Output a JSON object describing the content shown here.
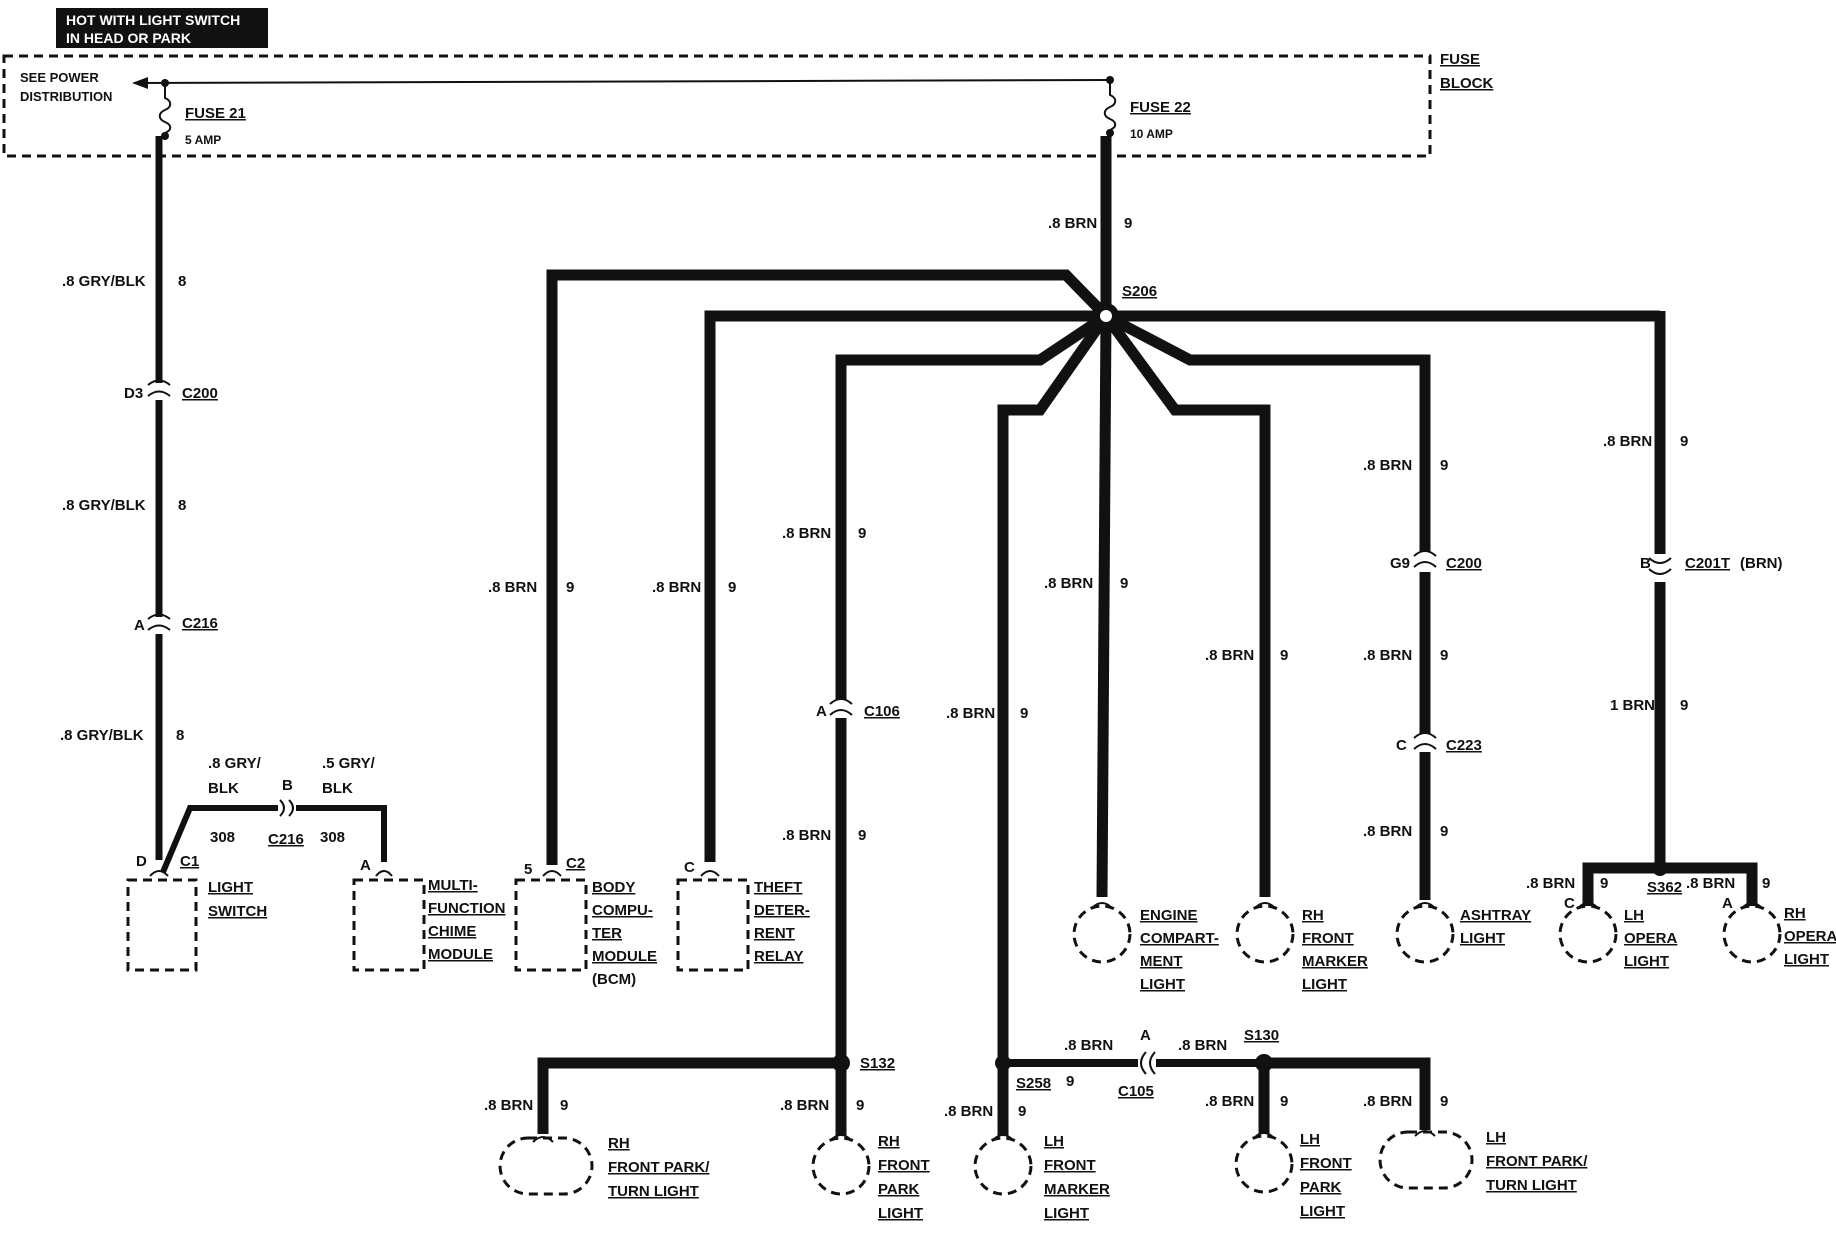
{
  "header": {
    "hot_line1": "HOT WITH LIGHT SWITCH",
    "hot_line2": "IN HEAD OR PARK",
    "fuse_block_line1": "FUSE",
    "fuse_block_line2": "BLOCK",
    "see_power_line1": "SEE POWER",
    "see_power_line2": "DISTRIBUTION",
    "fuse21_name": "FUSE 21",
    "fuse21_rating": "5 AMP",
    "fuse22_name": "FUSE 22",
    "fuse22_rating": "10 AMP"
  },
  "left_circuit": {
    "wire_a": ".8 GRY/BLK",
    "wire_b": ".8 GRY/BLK",
    "wire_c": ".8 GRY/BLK",
    "circuit_8a": "8",
    "circuit_8b": "8",
    "circuit_8c": "8",
    "c200_pin": "D3",
    "c200": "C200",
    "c216_pin": "A",
    "c216": "C216",
    "jumper_wire1_line1": ".8 GRY/",
    "jumper_wire1_line2": "BLK",
    "jumper_pin": "B",
    "jumper_wire2_line1": ".5 GRY/",
    "jumper_wire2_line2": "BLK",
    "jumper_308a": "308",
    "jumper_c216": "C216",
    "jumper_308b": "308"
  },
  "main_feed": {
    "wire": ".8 BRN",
    "circuit": "9",
    "splice": "S206"
  },
  "branches": {
    "bcm_wire": ".8 BRN",
    "bcm_circ": "9",
    "theft_wire": ".8 BRN",
    "theft_circ": "9",
    "c106_branch_wire1": ".8 BRN",
    "c106_branch_circ1": "9",
    "c106_pin": "A",
    "c106": "C106",
    "c106_branch_wire2": ".8 BRN",
    "c106_branch_circ2": "9",
    "lh_front_wire": ".8 BRN",
    "lh_front_circ": "9",
    "engine_wire": ".8 BRN",
    "engine_circ": "9",
    "rh_marker_wire": ".8 BRN",
    "rh_marker_circ": "9",
    "ashtray_wire1": ".8 BRN",
    "ashtray_circ1": "9",
    "ashtray_c200_pin": "G9",
    "ashtray_c200": "C200",
    "ashtray_wire2": ".8 BRN",
    "ashtray_circ2": "9",
    "ashtray_c223_pin": "C",
    "ashtray_c223": "C223",
    "ashtray_wire3": ".8 BRN",
    "ashtray_circ3": "9",
    "opera_wire1": ".8 BRN",
    "opera_circ1": "9",
    "opera_c201_pin": "B",
    "opera_c201": "C201T",
    "opera_c201_color": "(BRN)",
    "opera_wire2": "1 BRN",
    "opera_circ2": "9",
    "s362": "S362",
    "lh_opera_wire": ".8 BRN",
    "lh_opera_circ": "9",
    "lh_opera_pin": "C",
    "rh_opera_wire": ".8 BRN",
    "rh_opera_circ": "9",
    "rh_opera_pin": "A"
  },
  "components": {
    "light_switch_pin1": "D",
    "light_switch_pin2": "C1",
    "light_switch_line1": "LIGHT",
    "light_switch_line2": "SWITCH",
    "chime_pin": "A",
    "chime_line1": "MULTI-",
    "chime_line2": "FUNCTION",
    "chime_line3": "CHIME",
    "chime_line4": "MODULE",
    "bcm_pin1": "5",
    "bcm_pin2": "C2",
    "bcm_line1": "BODY",
    "bcm_line2": "COMPU-",
    "bcm_line3": "TER",
    "bcm_line4": "MODULE",
    "bcm_line5": "(BCM)",
    "theft_pin": "C",
    "theft_line1": "THEFT",
    "theft_line2": "DETER-",
    "theft_line3": "RENT",
    "theft_line4": "RELAY",
    "engine_line1": "ENGINE",
    "engine_line2": "COMPART-",
    "engine_line3": "MENT",
    "engine_line4": "LIGHT",
    "rh_marker_line1": "RH",
    "rh_marker_line2": "FRONT",
    "rh_marker_line3": "MARKER",
    "rh_marker_line4": "LIGHT",
    "ashtray_line1": "ASHTRAY",
    "ashtray_line2": "LIGHT",
    "lh_opera_line1": "LH",
    "lh_opera_line2": "OPERA",
    "lh_opera_line3": "LIGHT",
    "rh_opera_line1": "RH",
    "rh_opera_line2": "OPERA",
    "rh_opera_line3": "LIGHT"
  },
  "bottom": {
    "s132": "S132",
    "rh_park_turn_wire": ".8 BRN",
    "rh_park_turn_circ": "9",
    "rh_park_turn_line1": "RH",
    "rh_park_turn_line2": "FRONT PARK/",
    "rh_park_turn_line3": "TURN LIGHT",
    "rh_park_wire": ".8 BRN",
    "rh_park_circ": "9",
    "rh_park_line1": "RH",
    "rh_park_line2": "FRONT",
    "rh_park_line3": "PARK",
    "rh_park_line4": "LIGHT",
    "s258": "S258",
    "lh_marker_wire": ".8 BRN",
    "lh_marker_circ": "9",
    "lh_marker_line1": "LH",
    "lh_marker_line2": "FRONT",
    "lh_marker_line3": "MARKER",
    "lh_marker_line4": "LIGHT",
    "c105_wire1": ".8 BRN",
    "c105_pin": "A",
    "c105": "C105",
    "c105_circ": "9",
    "c105_wire2": ".8 BRN",
    "s130": "S130",
    "lh_park_wire": ".8 BRN",
    "lh_park_circ": "9",
    "lh_park_line1": "LH",
    "lh_park_line2": "FRONT",
    "lh_park_line3": "PARK",
    "lh_park_line4": "LIGHT",
    "lh_park_turn_wire": ".8 BRN",
    "lh_park_turn_circ": "9",
    "lh_park_turn_line1": "LH",
    "lh_park_turn_line2": "FRONT PARK/",
    "lh_park_turn_line3": "TURN LIGHT"
  }
}
